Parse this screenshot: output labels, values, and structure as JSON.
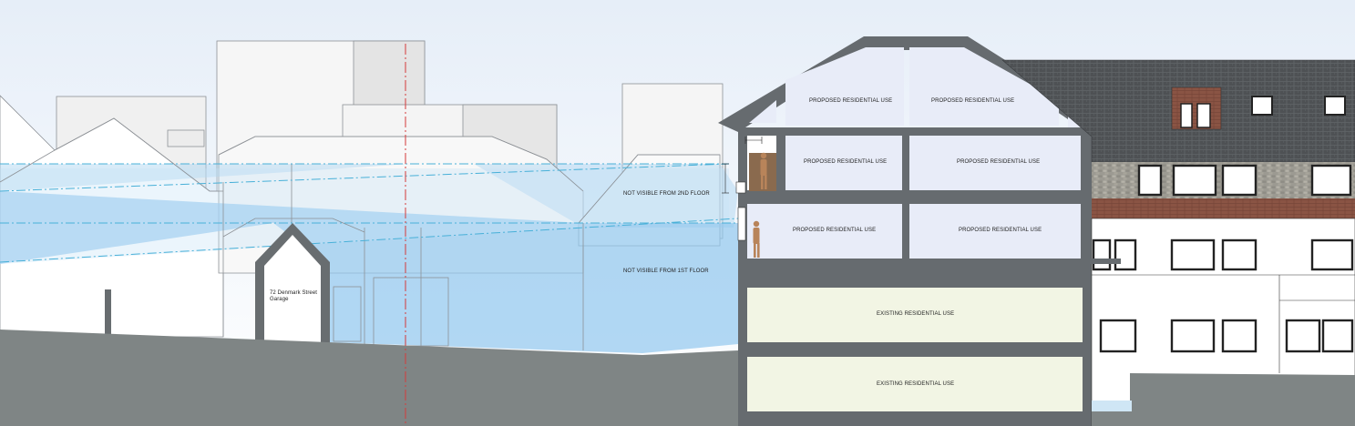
{
  "labels": {
    "proposed_a": "PROPOSED RESIDENTIAL USE",
    "proposed_b": "PROPOSED RESIDENTIAL USE",
    "proposed_c": "PROPOSED RESIDENTIAL USE",
    "proposed_d": "PROPOSED RESIDENTIAL USE",
    "proposed_e": "PROPOSED RESIDENTIAL USE",
    "proposed_f": "PROPOSED RESIDENTIAL USE",
    "existing_upper": "EXISTING RESIDENTIAL USE",
    "existing_lower": "EXISTING RESIDENTIAL USE",
    "not_visible_2nd": "NOT VISIBLE FROM 2ND FLOOR",
    "not_visible_1st": "NOT VISIBLE FROM 1ST FLOOR",
    "garage_line1": "72 Denmark Street",
    "garage_line2": "Garage"
  },
  "colors": {
    "ground": "#7f8585",
    "structure": "#666b6f",
    "proposed_room": "#e8ecf8",
    "existing_room": "#f2f5e4",
    "sightline_fill": "#a9d3f0",
    "sightline_line": "#48b0d8",
    "centerline": "#d43a3a",
    "roof_tiles": "#4e5154",
    "brick": "#8a5444",
    "figure": "#b8845a"
  }
}
